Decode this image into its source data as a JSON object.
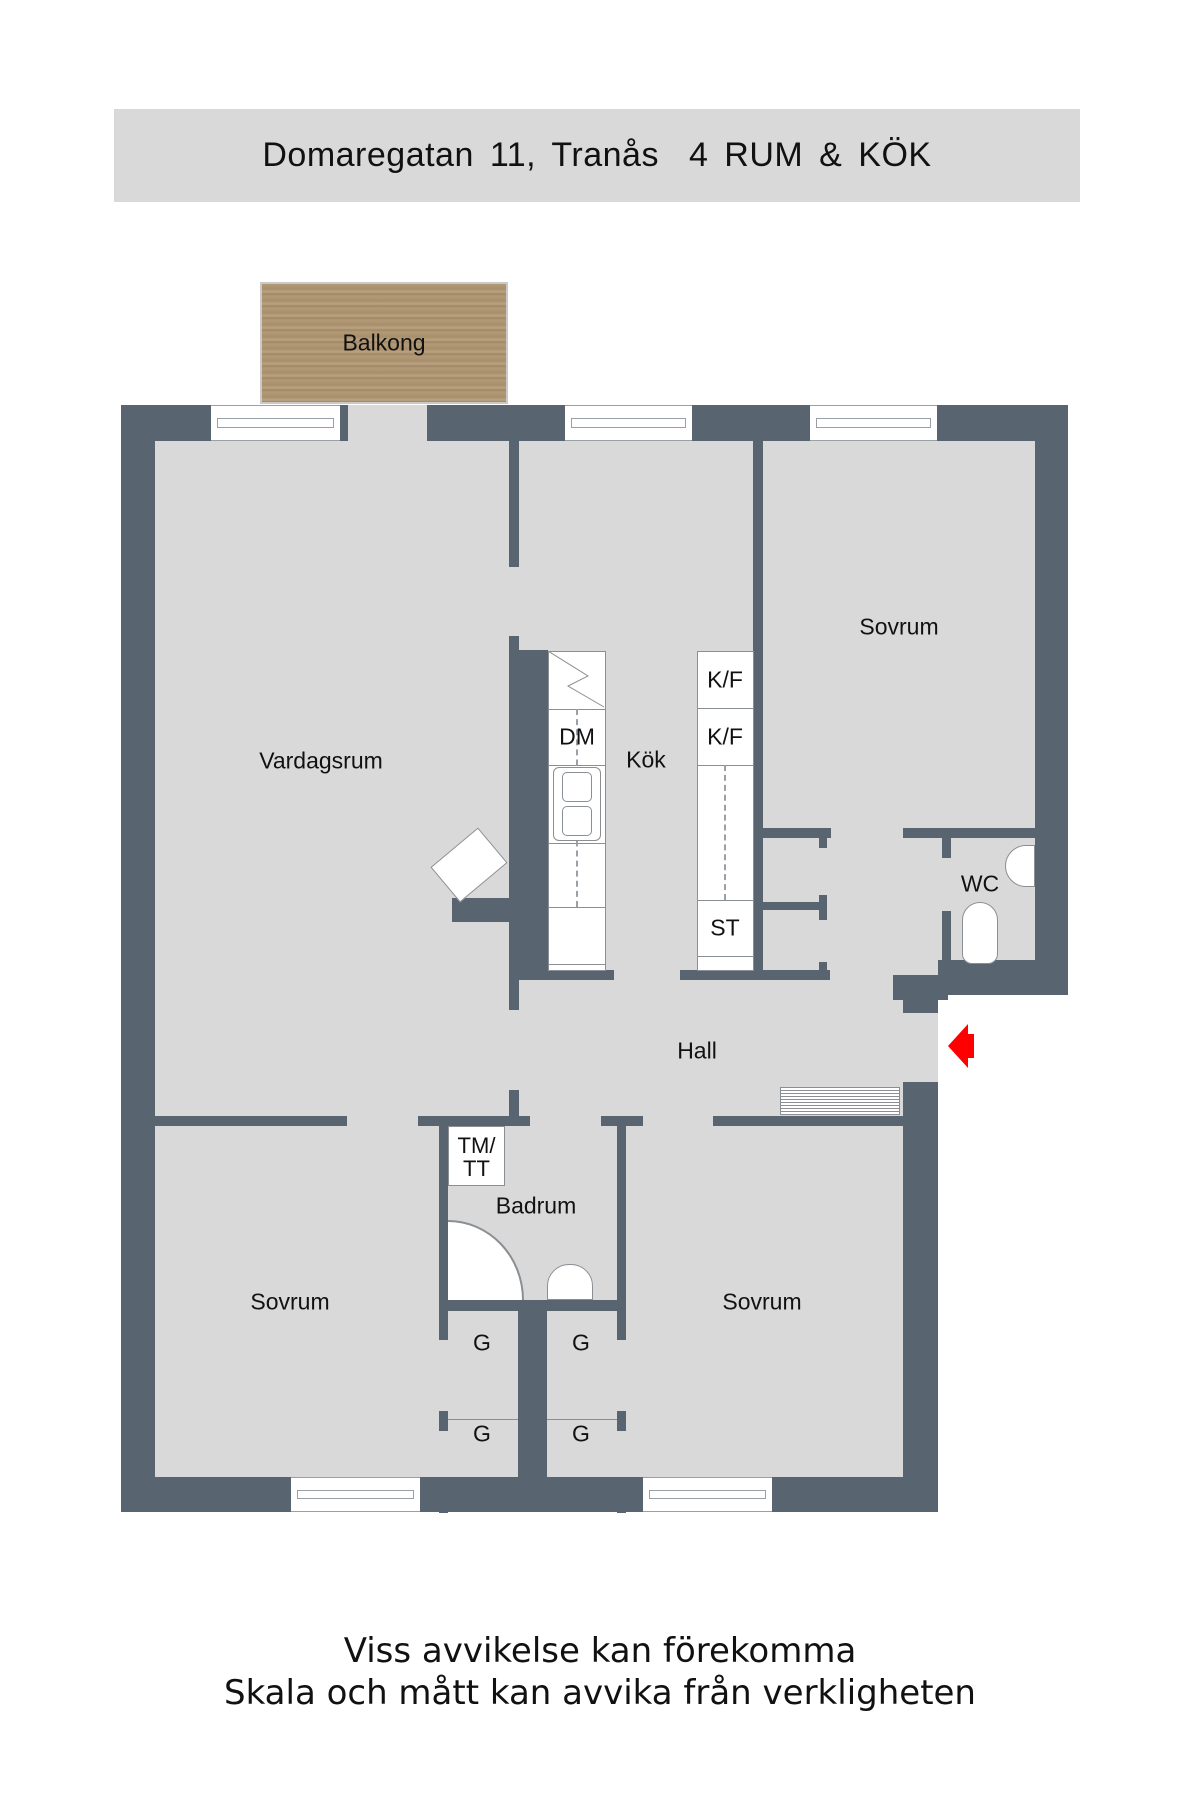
{
  "header": {
    "address": "Domaregatan 11, Tranås",
    "rooms_summary": "4 RUM & KÖK"
  },
  "colors": {
    "wall": "#58646f",
    "floor": "#d9d9d9",
    "title_band": "#d9d9d9",
    "balcony_wood": "#b39a76",
    "entrance_arrow": "#ff0000"
  },
  "rooms": {
    "balkong": "Balkong",
    "vardagsrum": "Vardagsrum",
    "kok": "Kök",
    "sovrum_top_right": "Sovrum",
    "wc": "WC",
    "hall": "Hall",
    "badrum": "Badrum",
    "sovrum_bottom_left": "Sovrum",
    "sovrum_bottom_right": "Sovrum"
  },
  "fixtures": {
    "dishwasher": "DM",
    "fridge_freezer_1": "K/F",
    "fridge_freezer_2": "K/F",
    "stove": "ST",
    "washer_dryer": "TM/\nTT",
    "washer_dryer_line1": "TM/",
    "washer_dryer_line2": "TT",
    "wardrobes": [
      "G",
      "G",
      "G",
      "G"
    ]
  },
  "icons": {
    "entrance": "entrance-arrow-icon"
  },
  "footer": {
    "line1": "Viss avvikelse kan förekomma",
    "line2": "Skala och mått kan avvika från verkligheten"
  }
}
